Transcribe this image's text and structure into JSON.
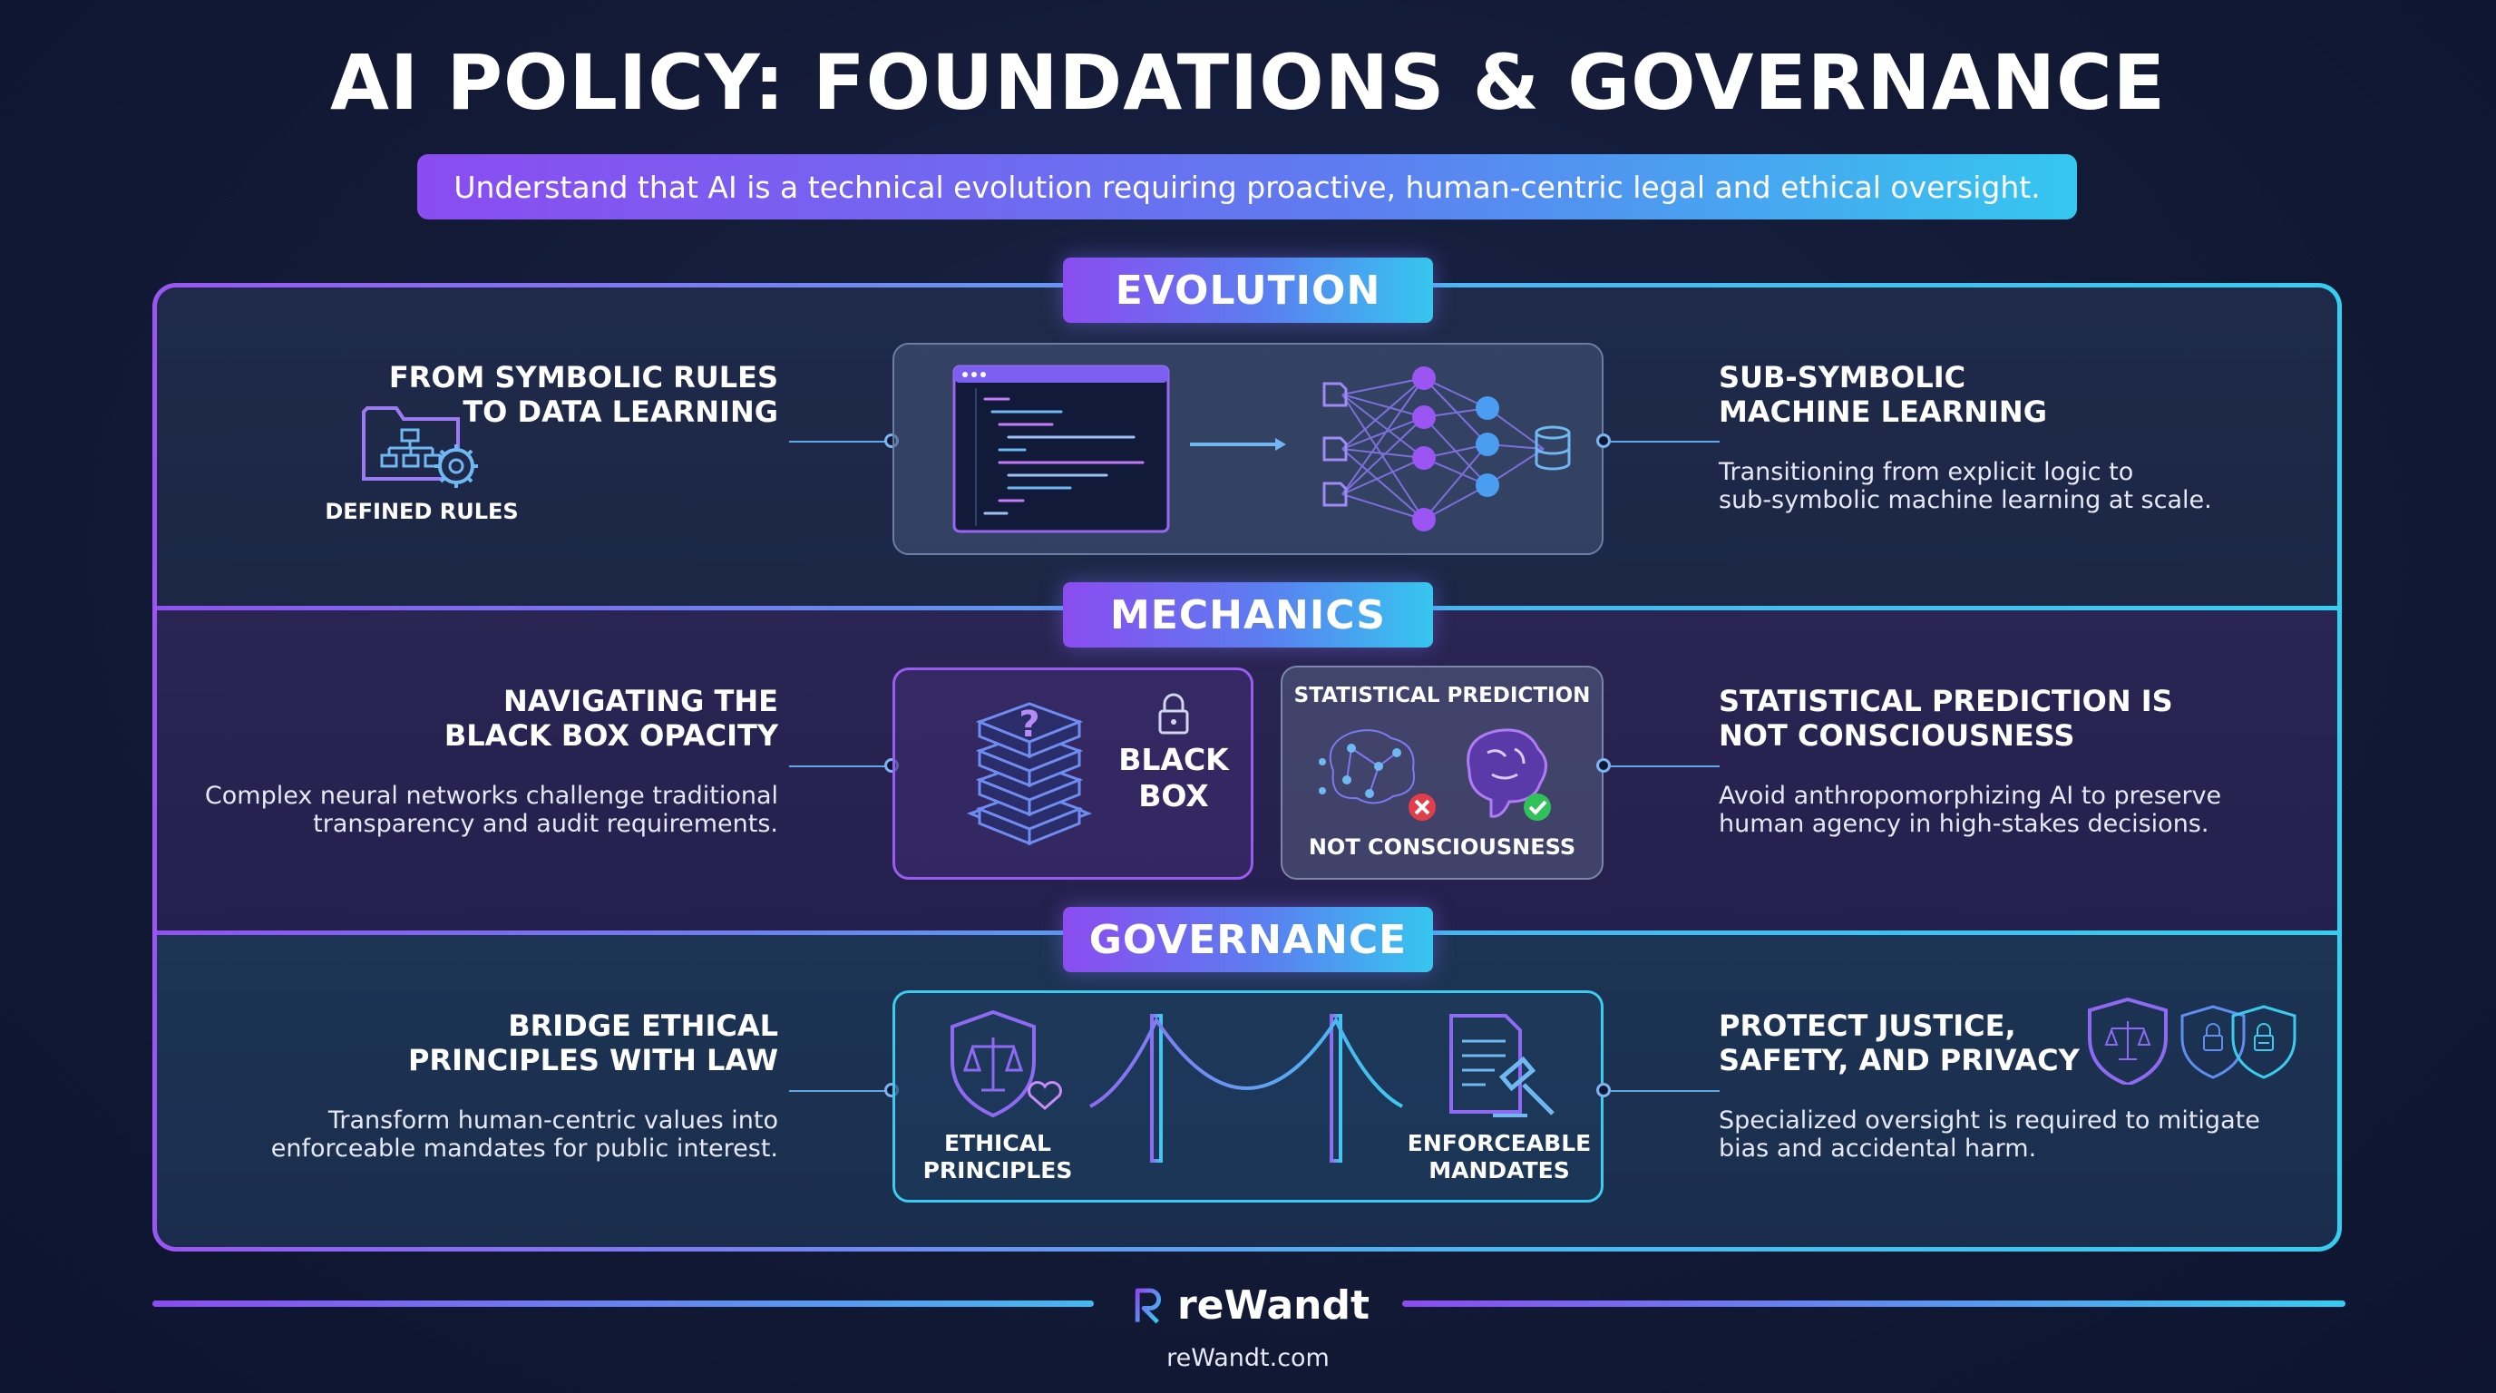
{
  "title": "AI POLICY: FOUNDATIONS & GOVERNANCE",
  "subtitle": "Understand that AI is a technical evolution requiring proactive, human-centric legal and ethical oversight.",
  "sections": [
    {
      "label": "EVOLUTION",
      "left": {
        "heading_line1": "FROM SYMBOLIC RULES",
        "heading_line2": "TO DATA LEARNING",
        "icon": "folder-hierarchy-gear-icon",
        "icon_caption": "DEFINED RULES"
      },
      "center": {
        "left_visual": "code-window-icon",
        "right_visual": "neural-network-icon"
      },
      "right": {
        "heading_line1": "SUB-SYMBOLIC",
        "heading_line2": "MACHINE LEARNING",
        "body_line1": "Transitioning from explicit logic to",
        "body_line2": "sub-symbolic machine learning at scale."
      }
    },
    {
      "label": "MECHANICS",
      "left": {
        "heading_line1": "NAVIGATING THE",
        "heading_line2": "BLACK BOX OPACITY",
        "body_line1": "Complex neural networks challenge traditional",
        "body_line2": "transparency and audit requirements."
      },
      "center": {
        "box_line1": "BLACK",
        "box_line2": "BOX",
        "pred_top": "STATISTICAL PREDICTION",
        "pred_bottom": "NOT CONSCIOUSNESS"
      },
      "right": {
        "heading_line1": "STATISTICAL PREDICTION IS",
        "heading_line2": "NOT CONSCIOUSNESS",
        "body_line1": "Avoid anthropomorphizing AI to preserve",
        "body_line2": "human agency in high-stakes decisions."
      }
    },
    {
      "label": "GOVERNANCE",
      "left": {
        "heading_line1": "BRIDGE ETHICAL",
        "heading_line2": "PRINCIPLES WITH LAW",
        "body_line1": "Transform human-centric values into",
        "body_line2": "enforceable mandates for public interest."
      },
      "center": {
        "left_cap1": "ETHICAL",
        "left_cap2": "PRINCIPLES",
        "right_cap1": "ENFORCEABLE",
        "right_cap2": "MANDATES"
      },
      "right": {
        "heading_line1": "PROTECT JUSTICE,",
        "heading_line2": "SAFETY, AND PRIVACY",
        "body_line1": "Specialized oversight is required to mitigate",
        "body_line2": "bias and accidental harm."
      }
    }
  ],
  "footer": {
    "brand": "reWandt",
    "url": "reWandt.com"
  }
}
